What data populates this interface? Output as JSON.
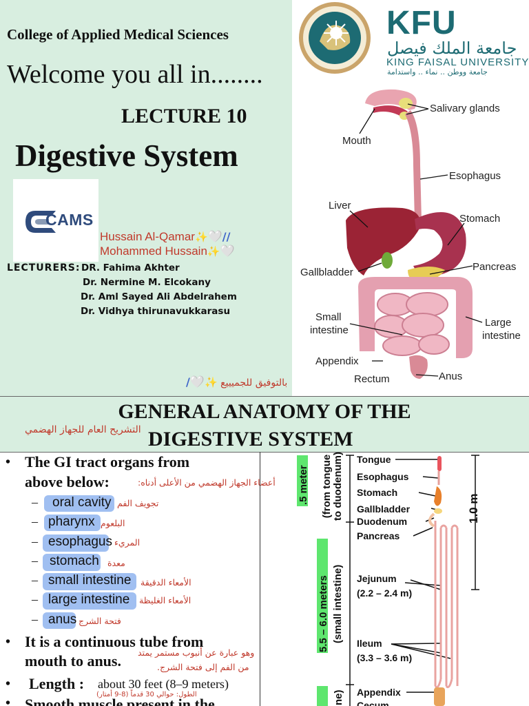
{
  "slide1": {
    "college": "College of Applied Medical Sciences",
    "welcome": "Welcome you all in........",
    "lecture": "LECTURE 10",
    "topic": "Digestive System",
    "cams_logo": "CAMS",
    "authors": [
      "Hussain Al-Qamar",
      "Mohammed Hussain"
    ],
    "decor": {
      "sparkle": "✨",
      "heart": "🤍",
      "slashes": "//",
      "slash": "/"
    },
    "lecturers_label": "LECTURERS:",
    "lecturers": [
      "DR. Fahima Akhter",
      "Dr. Nermine M. Elcokany",
      "Dr. Aml Sayed Ali Abdelrahem",
      "Dr. Vidhya thirunavukkarasu"
    ],
    "good_luck_ar": "بالتوفيق للجميييع",
    "university": {
      "abbr": "KFU",
      "name_ar": "جامعة الملك فيصل",
      "name_en": "KING FAISAL UNIVERSITY",
      "slogan_ar": "جامعة ووطن .. نماء .. واستدامة"
    },
    "diagram_labels": {
      "salivary": "Salivary glands",
      "mouth": "Mouth",
      "esophagus": "Esophagus",
      "liver": "Liver",
      "stomach": "Stomach",
      "pancreas": "Pancreas",
      "gallbladder": "Gallbladder",
      "small_intestine": [
        "Small",
        "intestine"
      ],
      "large_intestine": [
        "Large",
        "intestine"
      ],
      "appendix": "Appendix",
      "rectum": "Rectum",
      "anus": "Anus"
    },
    "colors": {
      "slide_bg": "#d8eee0",
      "kfu_teal": "#1d6b73",
      "author_red": "#c0392b"
    }
  },
  "slide2": {
    "title_line1": "GENERAL ANATOMY OF THE",
    "title_line2": "DIGESTIVE SYSTEM",
    "title_ar": "التشريح العام للجهاز الهضمي",
    "bullet_char": "•",
    "dash_char": "–",
    "intro": [
      "The GI tract organs from",
      "above below:"
    ],
    "intro_ar": "أعضاء الجهاز الهضمي من الأعلى أدناه:",
    "organs": [
      {
        "en": "oral cavity",
        "ar": "تجويف الفم"
      },
      {
        "en": "pharynx",
        "ar": "البلعوم"
      },
      {
        "en": "esophagus",
        "ar": "المريء"
      },
      {
        "en": "stomach",
        "ar": "معدة"
      },
      {
        "en": "small intestine",
        "ar": "الأمعاء الدقيقة"
      },
      {
        "en": "large intestine",
        "ar": "الأمعاء الغليظة"
      },
      {
        "en": "anus",
        "ar": "فتحة الشرج"
      }
    ],
    "continuous": [
      "It is a continuous tube from",
      "mouth to anus."
    ],
    "continuous_ar": [
      "وهو عبارة عن أنبوب مستمر يمتد",
      "من الفم إلى فتحة الشرج."
    ],
    "length_label": "Length :",
    "length_value": "about 30 feet (8–9 meters)",
    "length_ar": "الطول: حوالي 30 قدماً (8-9 أمتار)",
    "smooth_muscle": "Smooth muscle present  in the",
    "figure": {
      "labels": [
        "Tongue",
        "Esophagus",
        "Stomach",
        "Gallbladder",
        "Duodenum",
        "Pancreas",
        "Jejunum",
        "(2.2 – 2.4 m)",
        "Ileum",
        "(3.3 – 3.6 m)",
        "Appendix",
        "Cecum"
      ],
      "dim1": ".5 meter",
      "dim1_sub": "(from tongue to duodenum)",
      "dim2": "5.5 – 6.0 meters",
      "dim2_sub": "(small intestine)",
      "scale": "1.0 m",
      "cut_label": "ne)"
    }
  }
}
